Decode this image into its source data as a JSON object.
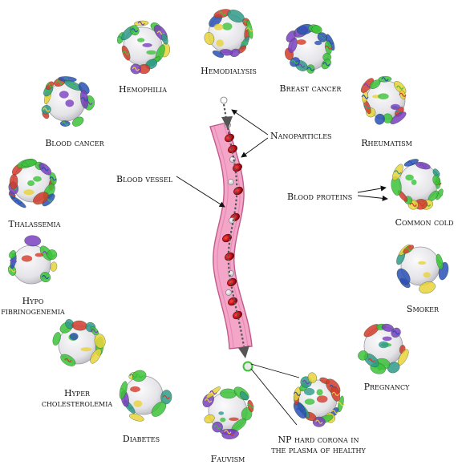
{
  "diagram": {
    "conditions": [
      {
        "id": "hemodialysis",
        "lines": [
          "Hemodialysis"
        ]
      },
      {
        "id": "breast-cancer",
        "lines": [
          "Breast cancer"
        ]
      },
      {
        "id": "rheumatism",
        "lines": [
          "Rheumatism"
        ]
      },
      {
        "id": "common-cold",
        "lines": [
          "Common cold"
        ]
      },
      {
        "id": "smoker",
        "lines": [
          "Smoker"
        ]
      },
      {
        "id": "pregnancy",
        "lines": [
          "Pregnancy"
        ]
      },
      {
        "id": "healthy",
        "lines": [
          "NP hard corona in",
          "the plasma of healthy"
        ]
      },
      {
        "id": "fauvism",
        "lines": [
          "Fauvism"
        ]
      },
      {
        "id": "diabetes",
        "lines": [
          "Diabetes"
        ]
      },
      {
        "id": "hypercholesterolemia",
        "lines": [
          "Hyper",
          "cholesterolemia"
        ]
      },
      {
        "id": "hypofibrinogenemia",
        "lines": [
          "Hypo",
          "fibrinogenemia"
        ]
      },
      {
        "id": "thalassemia",
        "lines": [
          "Thalassemia"
        ]
      },
      {
        "id": "blood-cancer",
        "lines": [
          "Blood cancer"
        ]
      },
      {
        "id": "hemophilia",
        "lines": [
          "Hemophilia"
        ]
      }
    ],
    "callouts": {
      "nanoparticles": "Nanoparticles",
      "blood_vessel": "Blood vessel",
      "blood_proteins": "Blood proteins"
    },
    "colors": {
      "vessel_fill": "#f3a6c8",
      "vessel_edge": "#c25a8c",
      "red_cell": "#c8161d",
      "corona_core": "#e9e9ec",
      "protein_green": "#3cc23a",
      "protein_blue": "#2a4fb5",
      "protein_red": "#d23b2b",
      "protein_yellow": "#e8d23a"
    }
  }
}
